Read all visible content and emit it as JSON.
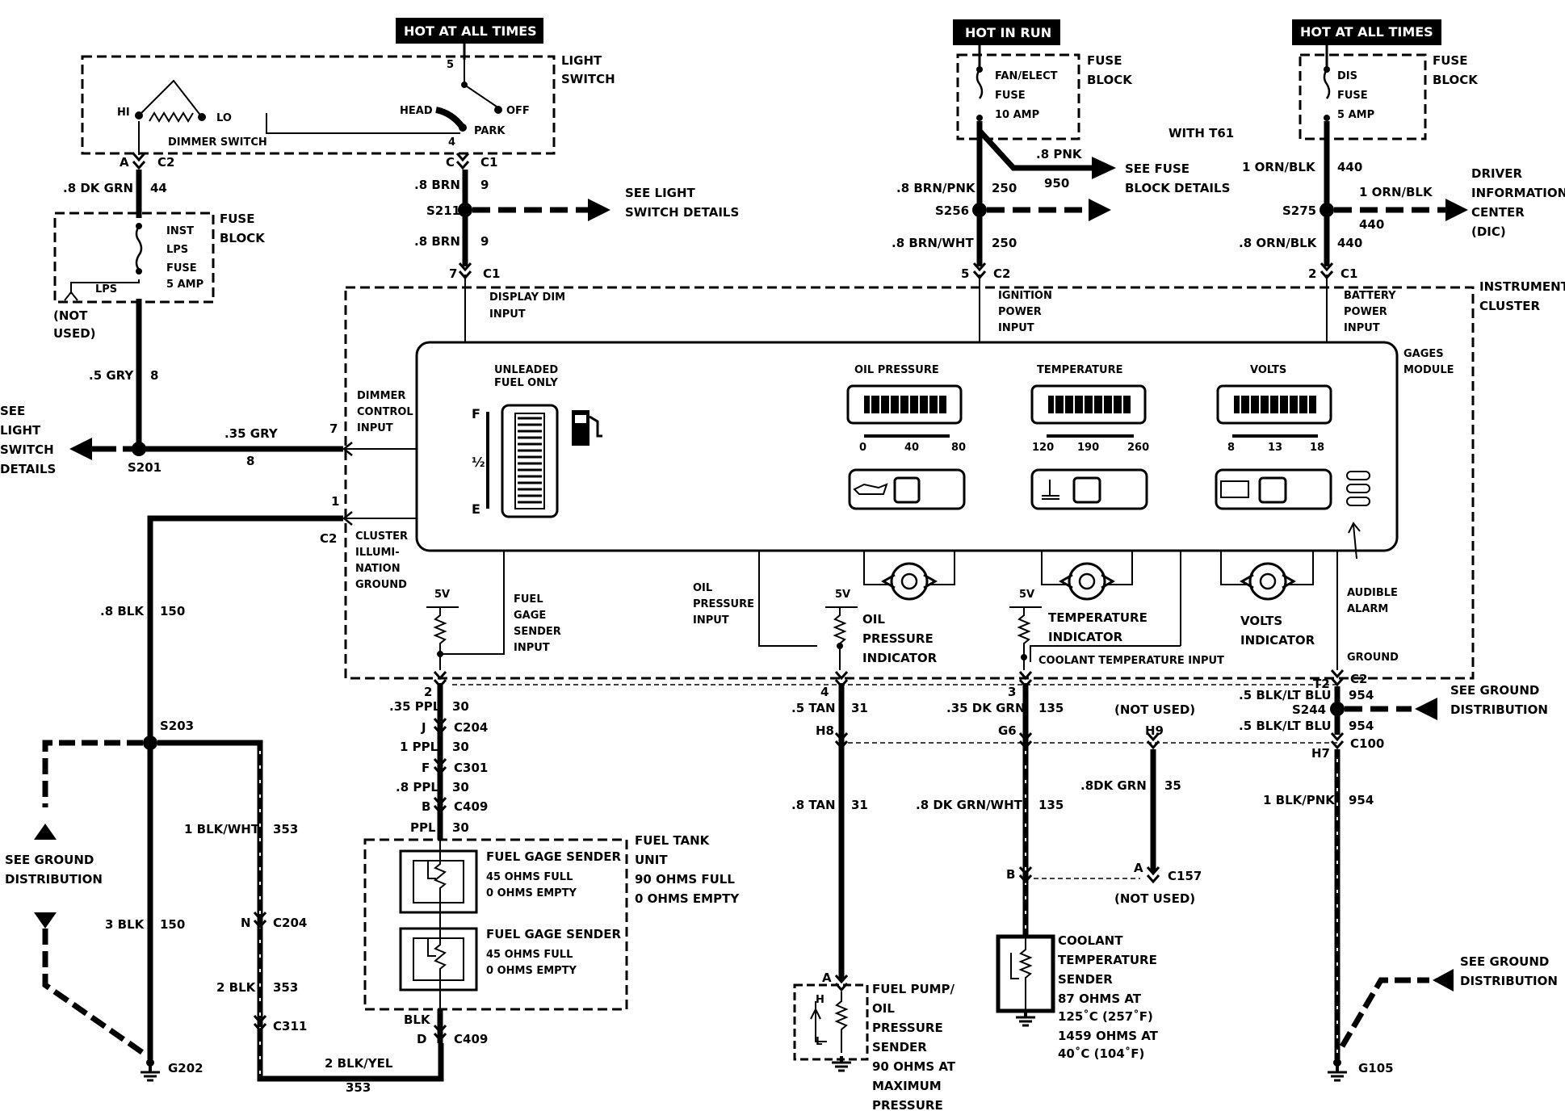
{
  "headers": {
    "hot_left": "HOT AT ALL TIMES",
    "hot_run": "HOT IN RUN",
    "hot_right": "HOT AT ALL TIMES"
  },
  "light_switch": {
    "title_1": "LIGHT",
    "title_2": "SWITCH",
    "pos5": "5",
    "pos4": "4",
    "head": "HEAD",
    "off": "OFF",
    "park": "PARK",
    "hi": "HI",
    "lo": "LO",
    "dimmer": "DIMMER SWITCH",
    "pin_a": "A",
    "conn_a": "C2",
    "pin_c": "C",
    "conn_c": "C1"
  },
  "fuse_left": {
    "inst_1": "INST",
    "inst_2": "LPS",
    "inst_3": "FUSE",
    "amp": "5 AMP",
    "lps": "LPS",
    "not_used_1": "(NOT",
    "not_used_2": "USED)",
    "block_1": "FUSE",
    "block_2": "BLOCK"
  },
  "fuse_mid": {
    "name_1": "FAN/ELECT",
    "name_2": "FUSE",
    "amp": "10 AMP",
    "block_1": "FUSE",
    "block_2": "BLOCK",
    "with": "WITH T61",
    "pnk": ".8 PNK",
    "pnk_circuit": "950",
    "see_1": "SEE FUSE",
    "see_2": "BLOCK DETAILS"
  },
  "fuse_right": {
    "name_1": "DIS",
    "name_2": "FUSE",
    "amp": "5 AMP",
    "block_1": "FUSE",
    "block_2": "BLOCK",
    "orn_blk": "1 ORN/BLK",
    "circuit": "440",
    "orn_blk_dic": "1 ORN/BLK",
    "circuit_dic": "440",
    "dic_1": "DRIVER",
    "dic_2": "INFORMATION",
    "dic_3": "CENTER",
    "dic_4": "(DIC)",
    "splice": "S275",
    "lower_wire": ".8 ORN/BLK",
    "lower_circuit": "440",
    "pin": "2",
    "conn": "C1"
  },
  "wires_left": {
    "dk_grn": ".8 DK GRN",
    "dk_grn_c": "44",
    "gry5": ".5 GRY",
    "gry5_c": "8",
    "gry35": ".35 GRY",
    "gry35_c": "8",
    "s201": "S201",
    "see_1": "SEE",
    "see_2": "LIGHT",
    "see_3": "SWITCH",
    "see_4": "DETAILS"
  },
  "wires_brn": {
    "brn_top": ".8 BRN",
    "brn_top_c": "9",
    "s211": "S211",
    "see_1": "SEE LIGHT",
    "see_2": "SWITCH DETAILS",
    "brn_bot": ".8 BRN",
    "brn_bot_c": "9",
    "pin": "7",
    "conn": "C1"
  },
  "wires_ign": {
    "brn_pnk": ".8 BRN/PNK",
    "brn_pnk_c": "250",
    "s256": "S256",
    "brn_wht": ".8 BRN/WHT",
    "brn_wht_c": "250",
    "pin": "5",
    "conn": "C2"
  },
  "cluster": {
    "title_1": "INSTRUMENT",
    "title_2": "CLUSTER",
    "display_dim_1": "DISPLAY DIM",
    "display_dim_2": "INPUT",
    "ign_1": "IGNITION",
    "ign_2": "POWER",
    "ign_3": "INPUT",
    "bat_1": "BATTERY",
    "bat_2": "POWER",
    "bat_3": "INPUT",
    "gages_1": "GAGES",
    "gages_2": "MODULE",
    "dimmer_1": "DIMMER",
    "dimmer_2": "CONTROL",
    "dimmer_3": "INPUT",
    "pin7": "7",
    "pin1": "1",
    "conn_c2": "C2",
    "illum_1": "CLUSTER",
    "illum_2": "ILLUMI-",
    "illum_3": "NATION",
    "illum_4": "GROUND",
    "unleaded_1": "UNLEADED",
    "unleaded_2": "FUEL ONLY",
    "fuel_f": "F",
    "fuel_half": "½",
    "fuel_e": "E",
    "oil_title": "OIL PRESSURE",
    "temp_title": "TEMPERATURE",
    "volts_title": "VOLTS",
    "oil_ticks": [
      "0",
      "40",
      "80"
    ],
    "temp_ticks": [
      "120",
      "190",
      "260"
    ],
    "volt_ticks": [
      "8",
      "13",
      "18"
    ],
    "fuel_sender_1": "FUEL",
    "fuel_sender_2": "GAGE",
    "fuel_sender_3": "SENDER",
    "fuel_sender_4": "INPUT",
    "oil_input_1": "OIL",
    "oil_input_2": "PRESSURE",
    "oil_input_3": "INPUT",
    "five_v": "5V",
    "oil_ind_1": "OIL",
    "oil_ind_2": "PRESSURE",
    "oil_ind_3": "INDICATOR",
    "temp_ind_1": "TEMPERATURE",
    "temp_ind_2": "INDICATOR",
    "volts_ind_1": "VOLTS",
    "volts_ind_2": "INDICATOR",
    "coolant_input": "COOLANT TEMPERATURE INPUT",
    "audible_1": "AUDIBLE",
    "audible_2": "ALARM",
    "ground": "GROUND"
  },
  "bottom_left": {
    "blk8": ".8 BLK",
    "blk8_c": "150",
    "s203": "S203",
    "see_ground_1": "SEE GROUND",
    "see_ground_2": "DISTRIBUTION",
    "blk3": "3 BLK",
    "blk3_c": "150",
    "g202": "G202",
    "blk_wht": "1 BLK/WHT",
    "blk_wht_c": "353",
    "n": "N",
    "c204": "C204",
    "blk2": "2 BLK",
    "blk2_c": "353",
    "c311": "C311",
    "blk_yel": "2 BLK/YEL",
    "blk_yel_c": "353"
  },
  "fuel_circuit": {
    "pin2": "2",
    "ppl35": ".35 PPL",
    "ppl35_c": "30",
    "j": "J",
    "c204": "C204",
    "ppl1": "1 PPL",
    "ppl1_c": "30",
    "f": "F",
    "c301": "C301",
    "ppl8": ".8 PPL",
    "ppl8_c": "30",
    "b": "B",
    "c409": "C409",
    "ppl": "PPL",
    "ppl_c": "30",
    "tank_1": "FUEL TANK",
    "tank_2": "UNIT",
    "tank_3": "90 OHMS FULL",
    "tank_4": "0 OHMS EMPTY",
    "sender_a": "FUEL GAGE SENDER",
    "sender_a_1": "45 OHMS FULL",
    "sender_a_2": "0 OHMS EMPTY",
    "sender_b": "FUEL GAGE SENDER",
    "sender_b_1": "45 OHMS FULL",
    "sender_b_2": "0 OHMS  EMPTY",
    "blk": "BLK",
    "d": "D",
    "c409_bot": "C409"
  },
  "oil_circuit": {
    "pin4": "4",
    "tan5": ".5 TAN",
    "tan5_c": "31",
    "h8": "H8",
    "tan8": ".8 TAN",
    "tan8_c": "31",
    "a": "A",
    "h": "H",
    "l": "L",
    "sender_1": "FUEL PUMP/",
    "sender_2": "OIL",
    "sender_3": "PRESSURE",
    "sender_4": "SENDER",
    "sender_5": "90 OHMS AT",
    "sender_6": "MAXIMUM",
    "sender_7": "PRESSURE"
  },
  "temp_circuit": {
    "pin3": "3",
    "dkgrn35": ".35 DK GRN",
    "dkgrn35_c": "135",
    "g6": "G6",
    "dkgrn_wht": ".8 DK GRN/WHT",
    "dkgrn_wht_c": "135",
    "b": "B",
    "not_used_top": "(NOT USED)",
    "h9": "H9",
    "dkgrn8": ".8DK GRN",
    "dkgrn8_c": "35",
    "a": "A",
    "c157": "C157",
    "not_used_bot": "(NOT USED)",
    "sender_1": "COOLANT",
    "sender_2": "TEMPERATURE",
    "sender_3": "SENDER",
    "sender_4": "87 OHMS AT",
    "sender_5": "125˚C (257˚F)",
    "sender_6": "1459 OHMS AT",
    "sender_7": "40˚C (104˚F)"
  },
  "ground_circuit": {
    "t2": "T2",
    "c2": "C2",
    "blk_ltblu_top": ".5 BLK/LT BLU",
    "c954_top": "954",
    "s244": "S244",
    "see_1": "SEE GROUND",
    "see_2": "DISTRIBUTION",
    "blk_ltblu_bot": ".5 BLK/LT BLU",
    "c954_bot": "954",
    "c100": "C100",
    "h7": "H7",
    "blk_pnk": "1 BLK/PNK",
    "blk_pnk_c": "954",
    "g105": "G105",
    "see_b1": "SEE GROUND",
    "see_b2": "DISTRIBUTION"
  }
}
